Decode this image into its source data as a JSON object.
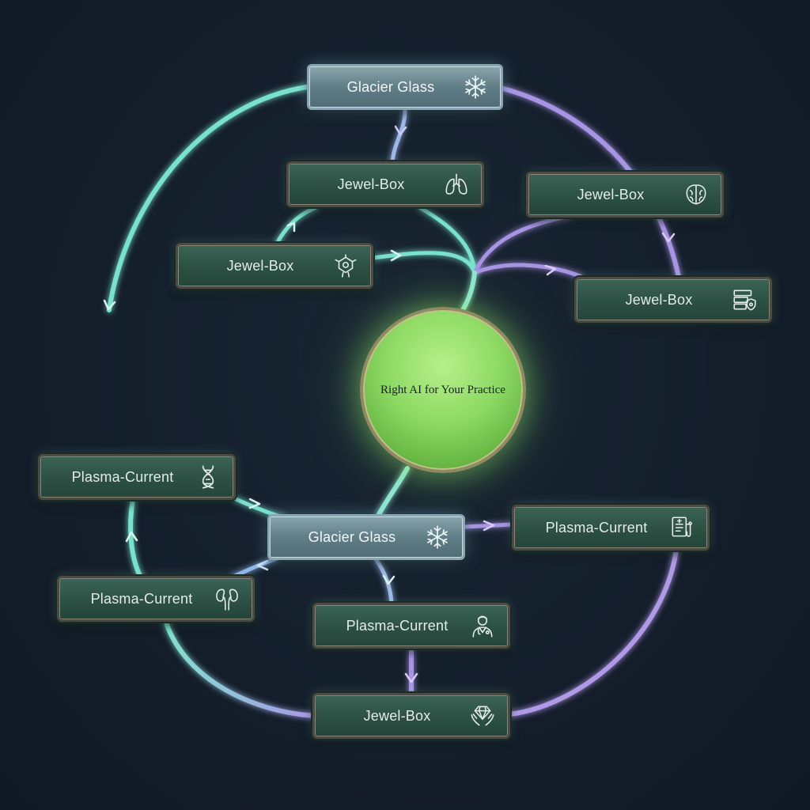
{
  "hub": {
    "label": "Right AI for Your Practice"
  },
  "nodes": {
    "glacier_top": {
      "label": "Glacier Glass",
      "icon": "snowflake-icon"
    },
    "jewel_lungs": {
      "label": "Jewel-Box",
      "icon": "lungs-icon"
    },
    "jewel_brain": {
      "label": "Jewel-Box",
      "icon": "brain-icon"
    },
    "jewel_neuron": {
      "label": "Jewel-Box",
      "icon": "neuron-icon"
    },
    "jewel_server": {
      "label": "Jewel-Box",
      "icon": "server-shield-icon"
    },
    "plasma_dna": {
      "label": "Plasma-Current",
      "icon": "dna-icon"
    },
    "glacier_mid": {
      "label": "Glacier Glass",
      "icon": "snowflake-icon"
    },
    "plasma_doc": {
      "label": "Plasma-Current",
      "icon": "medical-document-icon"
    },
    "plasma_kidney": {
      "label": "Plasma-Current",
      "icon": "kidneys-icon"
    },
    "plasma_doctor": {
      "label": "Plasma-Current",
      "icon": "doctor-icon"
    },
    "jewel_diamond": {
      "label": "Jewel-Box",
      "icon": "diamond-hands-icon"
    }
  },
  "colors": {
    "teal": "#6fe0c8",
    "lavender": "#b09ae8",
    "hub_green": "#8cd962"
  }
}
